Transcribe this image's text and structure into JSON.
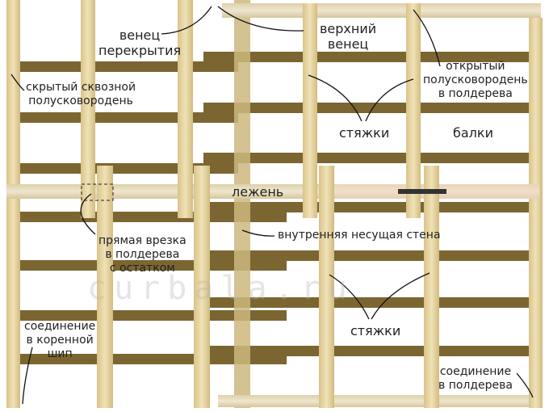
{
  "labels": {
    "venets_perekrytiya": [
      "венец",
      "перекрытия"
    ],
    "verkhniy_venets": [
      "верхний",
      "венец"
    ],
    "skrytyi": [
      "скрытый сквозной",
      "полускովородень"
    ],
    "otkrytyi": [
      "открытый",
      "полускворо­день",
      "в полдерева"
    ],
    "styazhki_top": "стяжки",
    "balki": "балки",
    "lezhen": "лежень",
    "pryamaya_vrezka": [
      "прямая врезка",
      "в полдерева",
      "с остатком"
    ],
    "vnutrennyaya_stena": "внутренняя несущая стена",
    "soedinenie_koren": [
      "соединение",
      "в коренной",
      "шип"
    ],
    "styazhki_bottom": "стяжки",
    "soedinenie_polder": [
      "соединение",
      "в полдерева"
    ]
  },
  "watermark": "curbala.ru",
  "colors": {
    "beam": "#7b6632",
    "timber": "#e8d7a4",
    "lezhen": "#e6dcc4",
    "text": "#222222"
  }
}
